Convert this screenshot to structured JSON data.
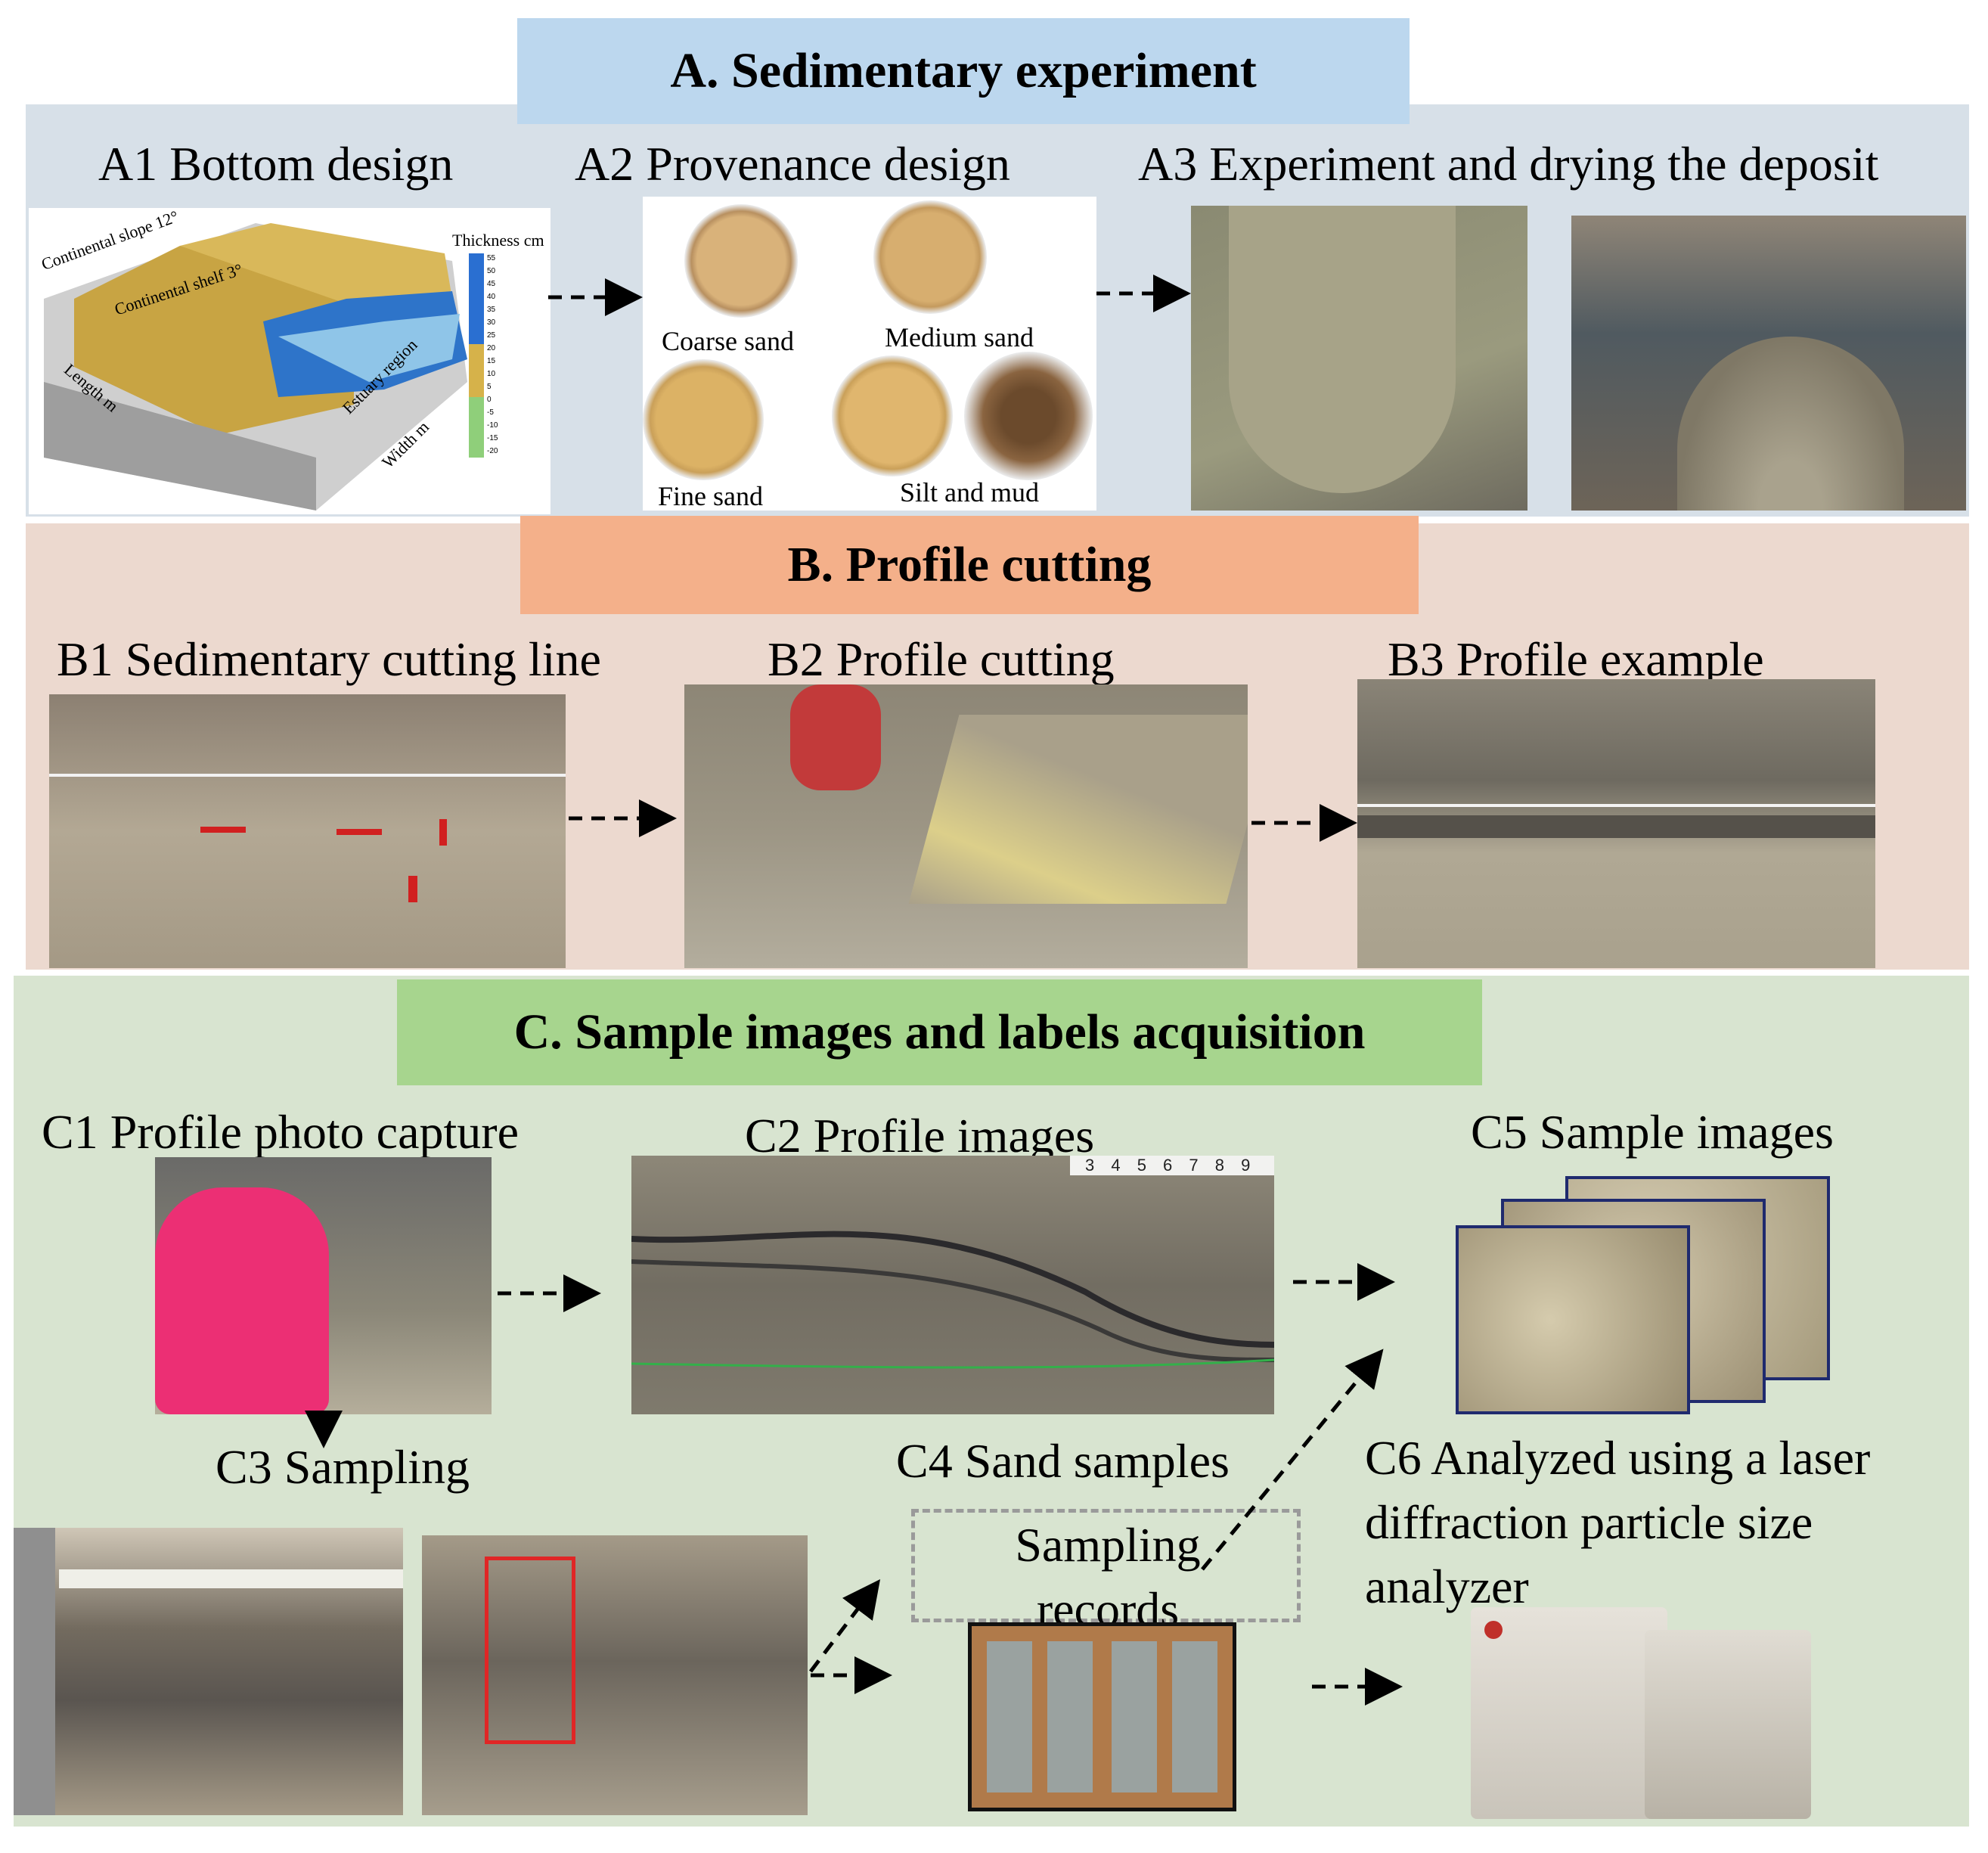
{
  "sections": {
    "a": {
      "title": "A. Sedimentary experiment",
      "color": "#bcd7ee",
      "bg": "#d7e0e8",
      "steps": [
        "A1 Bottom design",
        "A2 Provenance design",
        "A3 Experiment and drying the deposit"
      ]
    },
    "b": {
      "title": "B. Profile cutting",
      "color": "#f4b08a",
      "bg": "#ecd9cf",
      "steps": [
        "B1 Sedimentary cutting line",
        "B2 Profile cutting",
        "B3 Profile example"
      ]
    },
    "c": {
      "title": "C. Sample images and labels acquisition",
      "color": "#a7d58e",
      "bg": "#d8e4d0",
      "steps": [
        "C1 Profile photo capture",
        "C2 Profile images",
        "C5 Sample images",
        "C3 Sampling",
        "C4 Sand samples",
        "C6 Analyzed using a laser diffraction particle size analyzer"
      ],
      "records": "Sampling records"
    }
  },
  "a1_chart": {
    "labels": [
      "Continental slope 12°",
      "Continental shelf 3°",
      "Estuary region",
      "Length m",
      "Width m"
    ],
    "legend_title": "Thickness cm",
    "legend_ticks": [
      "55",
      "50",
      "45",
      "40",
      "35",
      "30",
      "25",
      "20",
      "15",
      "10",
      "5",
      "0",
      "-5",
      "-10",
      "-15",
      "-20"
    ]
  },
  "a2_samples": [
    "Coarse sand",
    "Medium sand",
    "Fine sand",
    "Silt and mud"
  ],
  "ruler_text": "3 4 5 6 7 8 9"
}
